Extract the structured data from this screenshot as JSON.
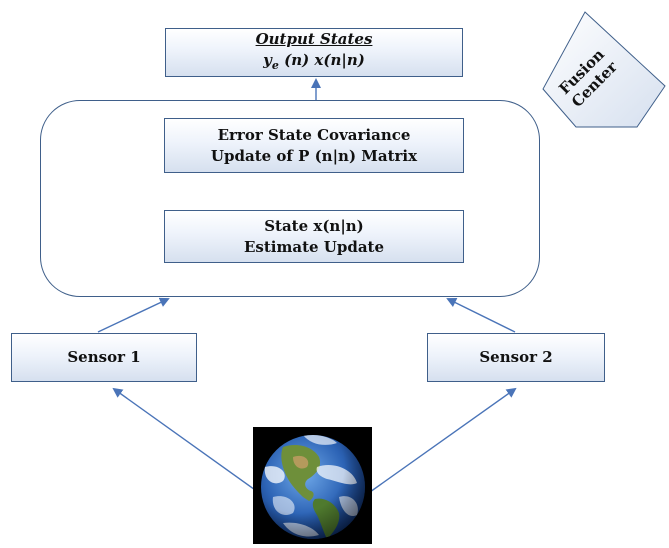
{
  "diagram": {
    "output_box": {
      "title": "Output States",
      "formula_y": "y",
      "formula_sub": "e",
      "formula_rest": " (n) x(n|n)"
    },
    "covariance_box": {
      "line1": "Error State Covariance",
      "line2": "Update of P (n|n) Matrix"
    },
    "state_box": {
      "line1": "State x(n|n)",
      "line2": "Estimate Update"
    },
    "sensor1": {
      "label": "Sensor 1"
    },
    "sensor2": {
      "label": "Sensor 2"
    },
    "fusion_center": {
      "line1": "Fusion",
      "line2": "Center"
    },
    "earth_image": {
      "icon": "earth-globe-icon"
    },
    "colors": {
      "arrow": "#4a74b8",
      "border": "#3f5f8a",
      "box_fill_top": "#ffffff",
      "box_fill_bottom": "#d6e0ef"
    }
  }
}
